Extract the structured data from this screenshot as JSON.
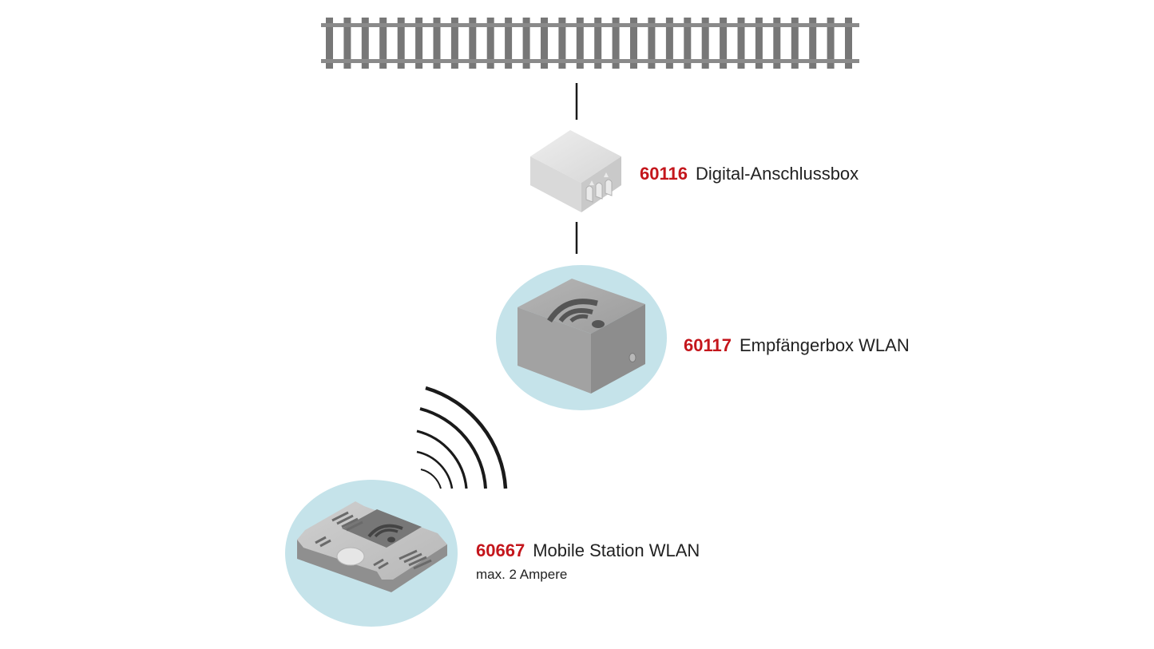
{
  "colors": {
    "accent": "#c4161c",
    "text": "#222222",
    "halo": "#c5e3ea",
    "rail": "#8a8a8a",
    "tie": "#777777",
    "wire": "#1a1a1a"
  },
  "devices": [
    {
      "code": "60116",
      "name": "Digital-Anschlussbox",
      "icon": "connection-box-icon"
    },
    {
      "code": "60117",
      "name": "Empfängerbox WLAN",
      "icon": "wlan-receiver-box-icon"
    },
    {
      "code": "60667",
      "name": "Mobile Station WLAN",
      "note": "max. 2 Ampere",
      "icon": "mobile-station-icon"
    }
  ],
  "track": {
    "icon": "track-icon"
  },
  "wireless": {
    "icon": "radio-waves-icon"
  }
}
